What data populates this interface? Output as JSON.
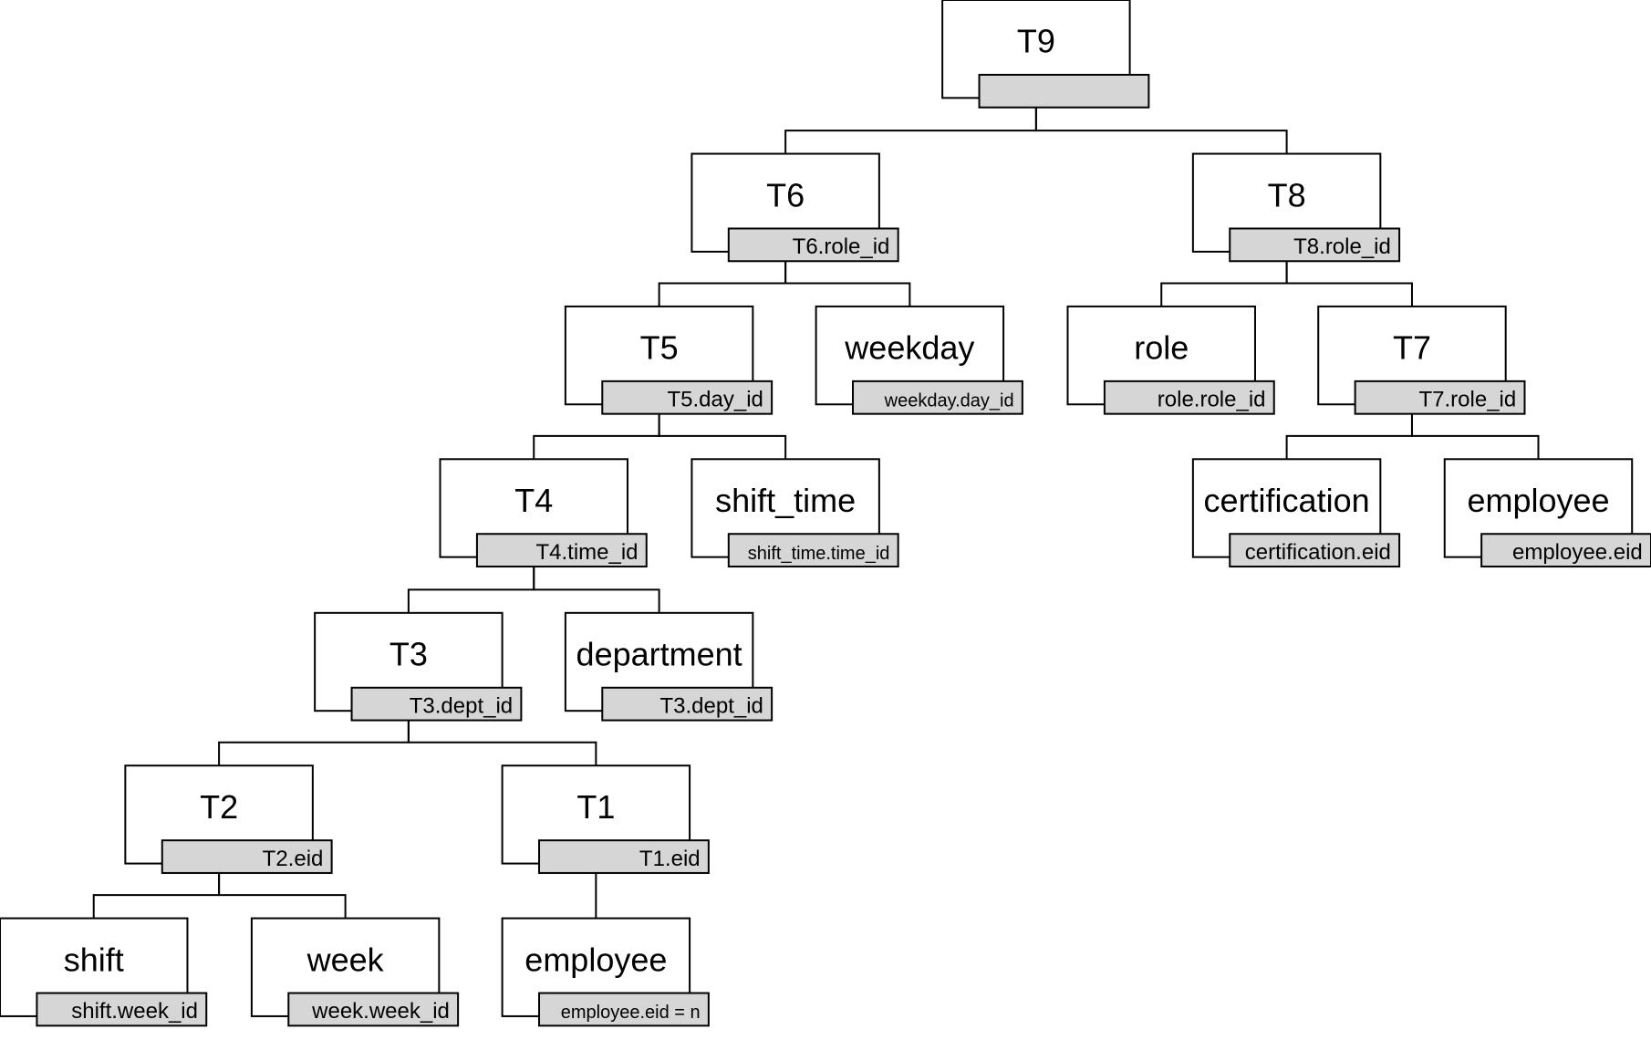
{
  "nodes": {
    "T9": {
      "label": "T9",
      "key": ""
    },
    "T6": {
      "label": "T6",
      "key": "T6.role_id"
    },
    "T8": {
      "label": "T8",
      "key": "T8.role_id"
    },
    "T5": {
      "label": "T5",
      "key": "T5.day_id"
    },
    "weekday": {
      "label": "weekday",
      "key": "weekday.day_id"
    },
    "role": {
      "label": "role",
      "key": "role.role_id"
    },
    "T7": {
      "label": "T7",
      "key": "T7.role_id"
    },
    "T4": {
      "label": "T4",
      "key": "T4.time_id"
    },
    "shift_time": {
      "label": "shift_time",
      "key": "shift_time.time_id"
    },
    "certification": {
      "label": "certification",
      "key": "certification.eid"
    },
    "employee_r": {
      "label": "employee",
      "key": "employee.eid"
    },
    "T3": {
      "label": "T3",
      "key": "T3.dept_id"
    },
    "department": {
      "label": "department",
      "key": "T3.dept_id"
    },
    "T2": {
      "label": "T2",
      "key": "T2.eid"
    },
    "T1": {
      "label": "T1",
      "key": "T1.eid"
    },
    "shift": {
      "label": "shift",
      "key": "shift.week_id"
    },
    "week": {
      "label": "week",
      "key": "week.week_id"
    },
    "employee_l": {
      "label": "employee",
      "key": "employee.eid  = n"
    }
  },
  "edges": [
    [
      "T9",
      "T6"
    ],
    [
      "T9",
      "T8"
    ],
    [
      "T6",
      "T5"
    ],
    [
      "T6",
      "weekday"
    ],
    [
      "T8",
      "role"
    ],
    [
      "T8",
      "T7"
    ],
    [
      "T5",
      "T4"
    ],
    [
      "T5",
      "shift_time"
    ],
    [
      "T7",
      "certification"
    ],
    [
      "T7",
      "employee_r"
    ],
    [
      "T4",
      "T3"
    ],
    [
      "T4",
      "department"
    ],
    [
      "T3",
      "T2"
    ],
    [
      "T3",
      "T1"
    ],
    [
      "T2",
      "shift"
    ],
    [
      "T2",
      "week"
    ],
    [
      "T1",
      "employee_l"
    ]
  ],
  "colors": {
    "key_fill": "#d6d6d6",
    "line": "#000000",
    "box_fill": "#ffffff"
  }
}
